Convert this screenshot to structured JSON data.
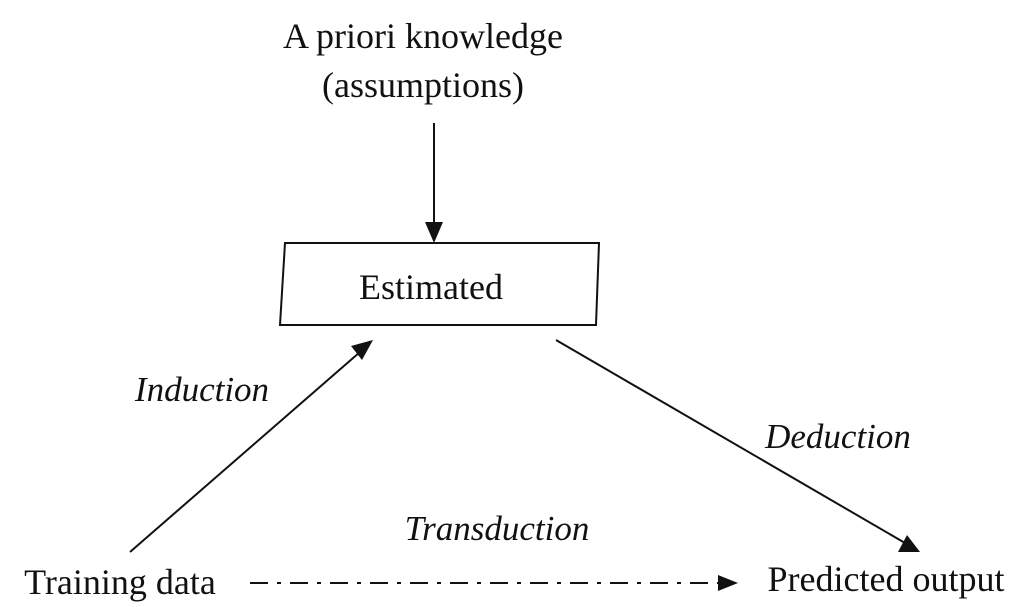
{
  "diagram": {
    "top": {
      "line1": "A priori knowledge",
      "line2": "(assumptions)"
    },
    "center": {
      "label": "Estimated"
    },
    "bottom_left": {
      "label": "Training data"
    },
    "bottom_right": {
      "label": "Predicted output"
    },
    "edges": {
      "induction": "Induction",
      "deduction": "Deduction",
      "transduction": "Transduction"
    }
  }
}
